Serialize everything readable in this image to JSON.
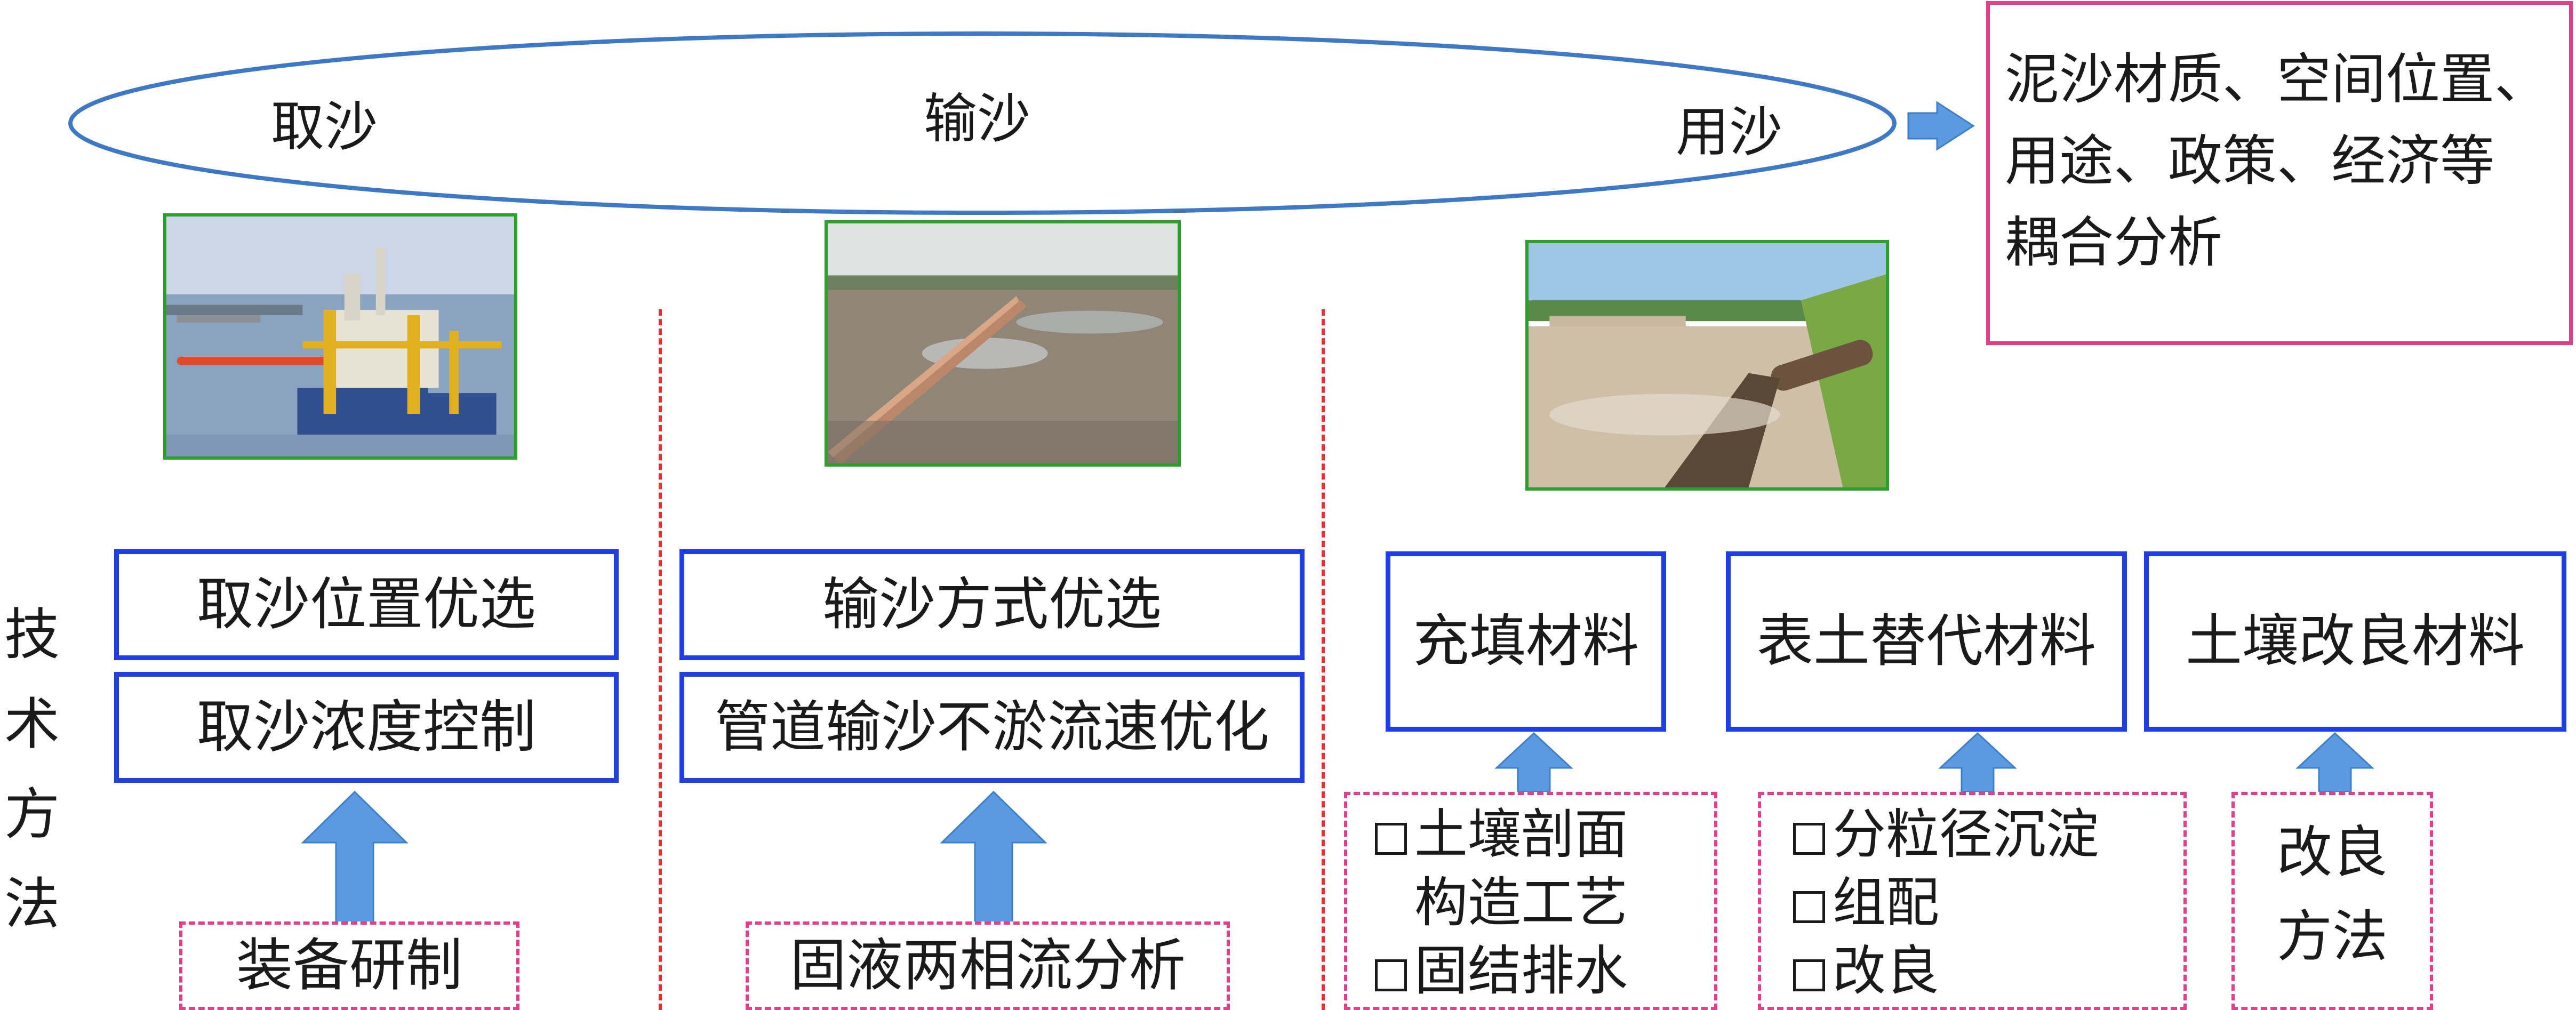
{
  "cycle": {
    "stages": [
      "取沙",
      "输沙",
      "用沙"
    ]
  },
  "analysis_box": {
    "lines": [
      "泥沙材质、空间位置、",
      "用途、政策、经济等",
      "耦合分析"
    ]
  },
  "side_label": [
    "技",
    "术",
    "方",
    "法"
  ],
  "columns": {
    "take": {
      "boxes": [
        "取沙位置优选",
        "取沙浓度控制"
      ],
      "support": "装备研制",
      "photo_icon": "dredger-ship-photo"
    },
    "transport": {
      "boxes": [
        "输沙方式优选",
        "管道输沙不淤流速优化"
      ],
      "support": "固液两相流分析",
      "photo_icon": "sand-pipeline-photo"
    },
    "use": {
      "photo_icon": "sand-discharge-photo",
      "materials": [
        {
          "label": "充填材料",
          "items": [
            "土壤剖面",
            "构造工艺",
            "固结排水"
          ],
          "checked_flags": [
            true,
            false,
            true
          ]
        },
        {
          "label": "表土替代材料",
          "items": [
            "分粒径沉淀",
            "组配",
            "改良"
          ],
          "checked_flags": [
            true,
            true,
            true
          ]
        },
        {
          "label": "土壤改良材料",
          "items": [
            "改良",
            "方法"
          ],
          "checked_flags": [
            false,
            false
          ]
        }
      ]
    }
  },
  "colors": {
    "ellipse": "#3f78c4",
    "arrow": "#5a9be0",
    "blue_box": "#1f3fe0",
    "pink_box": "#e0408a",
    "divider": "#e53030",
    "photo_border": "#2e9e2e"
  }
}
